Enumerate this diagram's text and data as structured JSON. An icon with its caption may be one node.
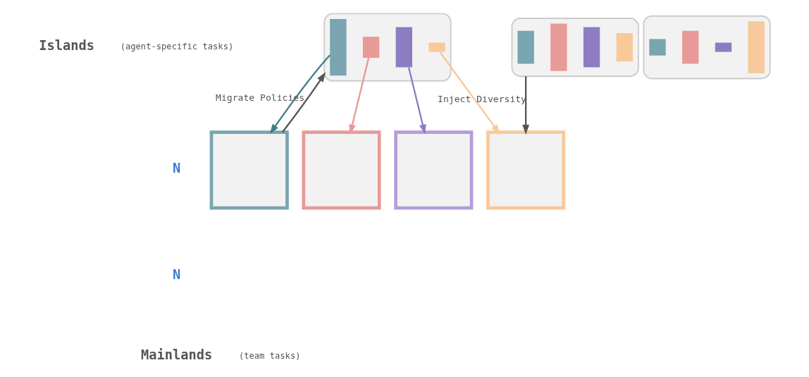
{
  "diagram": {
    "nodes": [
      {
        "text": [],
        "shape": "box"
      },
      {
        "text": [],
        "shape": "box"
      },
      {
        "text": [],
        "shape": "box"
      },
      {
        "text": [],
        "shape": "bar",
        "in": 0
      },
      {
        "text": [],
        "shape": "bar",
        "in": 0
      },
      {
        "text": [],
        "shape": "bar",
        "in": 0
      },
      {
        "text": [],
        "shape": "bar",
        "in": 0
      },
      {
        "text": [],
        "shape": "bar",
        "in": 1
      },
      {
        "text": [],
        "shape": "bar",
        "in": 1
      },
      {
        "text": [],
        "shape": "bar",
        "in": 1
      },
      {
        "text": [],
        "shape": "bar",
        "in": 1
      },
      {
        "text": [],
        "shape": "bar",
        "in": 2
      },
      {
        "text": [],
        "shape": "bar",
        "in": 2
      },
      {
        "text": [],
        "shape": "bar",
        "in": 2
      },
      {
        "text": [],
        "shape": "bar",
        "in": 2
      },
      {
        "text": [],
        "shape": "box"
      },
      {
        "text": [],
        "shape": "box"
      },
      {
        "text": [],
        "shape": "box"
      },
      {
        "text": [],
        "shape": "box"
      }
    ],
    "edges": [
      {
        "from": 3,
        "to": 15,
        "arrow": "to",
        "color": "#3f7d88"
      },
      {
        "from": 4,
        "to": 16,
        "arrow": "to",
        "color": "#e89a98"
      },
      {
        "from": 5,
        "to": 17,
        "arrow": "to",
        "color": "#8e7cc3"
      },
      {
        "from": 6,
        "to": 18,
        "arrow": "to",
        "color": "#f8c99a"
      },
      {
        "from": 15,
        "to": 0,
        "arrow": "to",
        "label": "Migrate Policies",
        "color": "#555555"
      },
      {
        "from": 2,
        "to": 18,
        "arrow": "to",
        "label": "Inject Diversity",
        "color": "#555555"
      }
    ],
    "labels": [
      "Islands",
      "(agent-specific tasks)",
      "N",
      "N",
      "Mainlands",
      "(team tasks)"
    ]
  }
}
